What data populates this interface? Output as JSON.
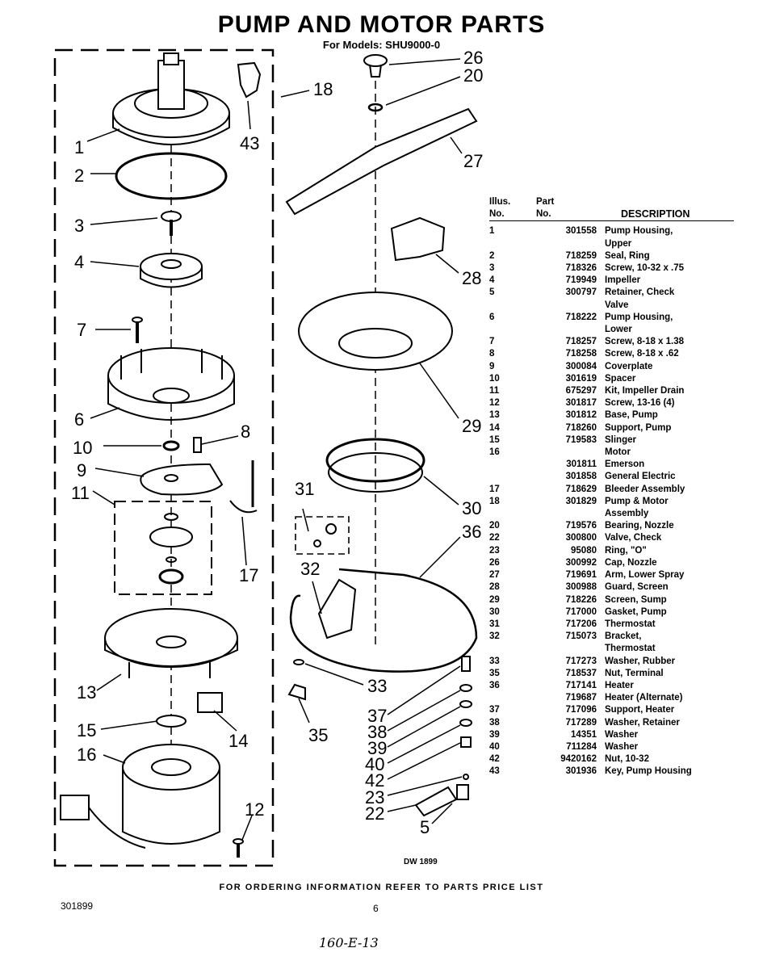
{
  "title": "PUMP AND MOTOR PARTS",
  "subtitle": "For Models: SHU9000-0",
  "callouts": [
    "1",
    "2",
    "3",
    "4",
    "7",
    "6",
    "10",
    "9",
    "11",
    "8",
    "17",
    "13",
    "15",
    "16",
    "14",
    "12",
    "18",
    "43",
    "26",
    "20",
    "27",
    "28",
    "29",
    "30",
    "31",
    "36",
    "32",
    "33",
    "35",
    "37",
    "38",
    "39",
    "40",
    "42",
    "23",
    "22",
    "5"
  ],
  "table": {
    "headers": {
      "illus": "Illus.",
      "no": "No.",
      "part": "Part",
      "part_no": "No.",
      "description": "DESCRIPTION"
    },
    "rows": [
      {
        "illus": "1",
        "part": "301558",
        "desc": "Pump Housing,",
        "desc2": "Upper"
      },
      {
        "illus": "2",
        "part": "718259",
        "desc": "Seal, Ring",
        "desc2": ""
      },
      {
        "illus": "3",
        "part": "718326",
        "desc": "Screw, 10-32 x .75",
        "desc2": ""
      },
      {
        "illus": "4",
        "part": "719949",
        "desc": "Impeller",
        "desc2": ""
      },
      {
        "illus": "5",
        "part": "300797",
        "desc": "Retainer, Check",
        "desc2": "Valve"
      },
      {
        "illus": "6",
        "part": "718222",
        "desc": "Pump Housing,",
        "desc2": "Lower"
      },
      {
        "illus": "7",
        "part": "718257",
        "desc": "Screw, 8-18 x 1.38",
        "desc2": ""
      },
      {
        "illus": "8",
        "part": "718258",
        "desc": "Screw, 8-18 x .62",
        "desc2": ""
      },
      {
        "illus": "9",
        "part": "300084",
        "desc": "Coverplate",
        "desc2": ""
      },
      {
        "illus": "10",
        "part": "301619",
        "desc": "Spacer",
        "desc2": ""
      },
      {
        "illus": "11",
        "part": "675297",
        "desc": "Kit, Impeller Drain",
        "desc2": ""
      },
      {
        "illus": "12",
        "part": "301817",
        "desc": "Screw, 13-16 (4)",
        "desc2": ""
      },
      {
        "illus": "13",
        "part": "301812",
        "desc": "Base, Pump",
        "desc2": ""
      },
      {
        "illus": "14",
        "part": "718260",
        "desc": "Support, Pump",
        "desc2": ""
      },
      {
        "illus": "15",
        "part": "719583",
        "desc": "Slinger",
        "desc2": ""
      },
      {
        "illus": "16",
        "part": "",
        "desc": "Motor",
        "desc2": ""
      },
      {
        "illus": "",
        "part": "301811",
        "desc": "Emerson",
        "desc2": ""
      },
      {
        "illus": "",
        "part": "301858",
        "desc": "General Electric",
        "desc2": ""
      },
      {
        "illus": "17",
        "part": "718629",
        "desc": "Bleeder Assembly",
        "desc2": ""
      },
      {
        "illus": "18",
        "part": "301829",
        "desc": "Pump & Motor",
        "desc2": "Assembly"
      },
      {
        "illus": "20",
        "part": "719576",
        "desc": "Bearing, Nozzle",
        "desc2": ""
      },
      {
        "illus": "22",
        "part": "300800",
        "desc": "Valve, Check",
        "desc2": ""
      },
      {
        "illus": "23",
        "part": "95080",
        "desc": "Ring, \"O\"",
        "desc2": ""
      },
      {
        "illus": "26",
        "part": "300992",
        "desc": "Cap, Nozzle",
        "desc2": ""
      },
      {
        "illus": "27",
        "part": "719691",
        "desc": "Arm, Lower Spray",
        "desc2": ""
      },
      {
        "illus": "28",
        "part": "300988",
        "desc": "Guard, Screen",
        "desc2": ""
      },
      {
        "illus": "29",
        "part": "718226",
        "desc": "Screen, Sump",
        "desc2": ""
      },
      {
        "illus": "30",
        "part": "717000",
        "desc": "Gasket, Pump",
        "desc2": ""
      },
      {
        "illus": "31",
        "part": "717206",
        "desc": "Thermostat",
        "desc2": ""
      },
      {
        "illus": "32",
        "part": "715073",
        "desc": "Bracket,",
        "desc2": "Thermostat"
      },
      {
        "illus": "33",
        "part": "717273",
        "desc": "Washer, Rubber",
        "desc2": ""
      },
      {
        "illus": "35",
        "part": "718537",
        "desc": "Nut, Terminal",
        "desc2": ""
      },
      {
        "illus": "36",
        "part": "717141",
        "desc": "Heater",
        "desc2": ""
      },
      {
        "illus": "",
        "part": "719687",
        "desc": "Heater (Alternate)",
        "desc2": ""
      },
      {
        "illus": "37",
        "part": "717096",
        "desc": "Support, Heater",
        "desc2": ""
      },
      {
        "illus": "38",
        "part": "717289",
        "desc": "Washer, Retainer",
        "desc2": ""
      },
      {
        "illus": "39",
        "part": "14351",
        "desc": "Washer",
        "desc2": ""
      },
      {
        "illus": "40",
        "part": "711284",
        "desc": "Washer",
        "desc2": ""
      },
      {
        "illus": "42",
        "part": "9420162",
        "desc": "Nut, 10-32",
        "desc2": ""
      },
      {
        "illus": "43",
        "part": "301936",
        "desc": "Key, Pump Housing",
        "desc2": ""
      }
    ]
  },
  "drawing_number": "DW 1899",
  "footer": "FOR ORDERING INFORMATION REFER TO PARTS PRICE LIST",
  "doc_number": "301899",
  "page_number": "6",
  "handwritten_note": "160-E-13"
}
